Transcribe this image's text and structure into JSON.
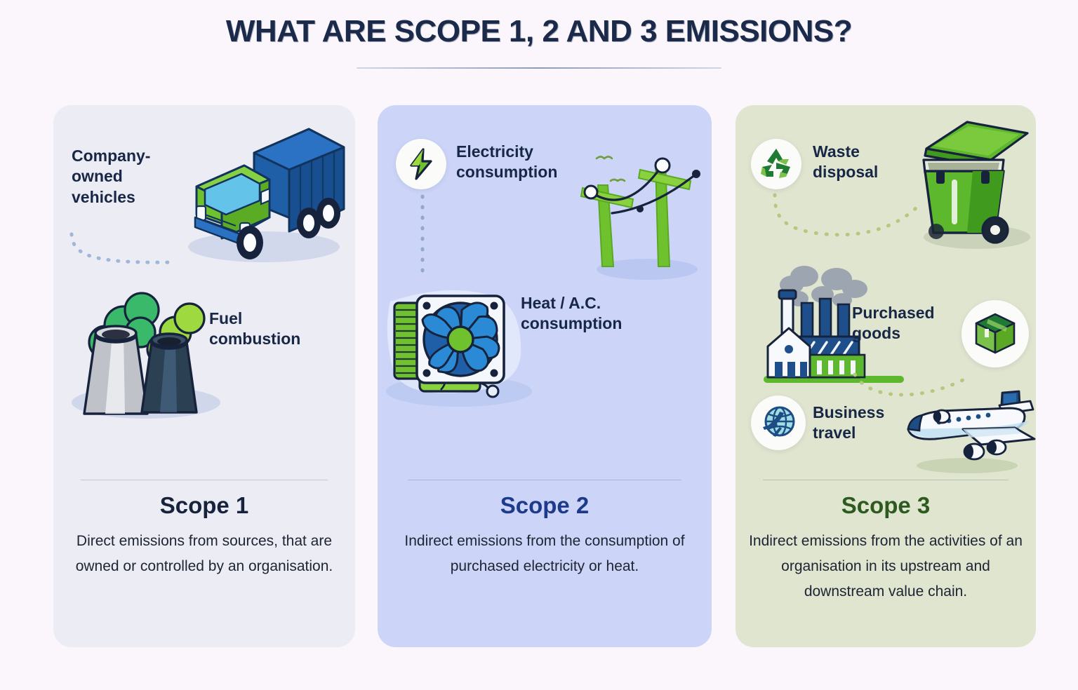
{
  "header": {
    "title": "WHAT ARE SCOPE 1, 2 AND 3 EMISSIONS?"
  },
  "cards": [
    {
      "id": "scope-1",
      "scope_name": "Scope 1",
      "description": "Direct emissions from sources, that are owned or controlled by an organisation.",
      "background": "#ececf4",
      "name_color": "#17233c",
      "labels": [
        {
          "text": "Company-owned vehicles",
          "name": "company-owned-vehicles"
        },
        {
          "text": "Fuel combustion",
          "name": "fuel-combustion"
        }
      ],
      "illustrations": [
        "delivery-truck",
        "smokestacks"
      ]
    },
    {
      "id": "scope-2",
      "scope_name": "Scope 2",
      "description": "Indirect emissions from the consumption of purchased electricity or heat.",
      "background": "#ccd5f7",
      "name_color": "#1e3a8a",
      "labels": [
        {
          "text": "Electricity consumption",
          "name": "electricity-consumption"
        },
        {
          "text": "Heat / A.C. consumption",
          "name": "heat-ac-consumption"
        }
      ],
      "icons": [
        "lightning-bolt-icon"
      ],
      "illustrations": [
        "power-lines",
        "cooling-fan"
      ]
    },
    {
      "id": "scope-3",
      "scope_name": "Scope 3",
      "description": "Indirect emissions from the activities of an organisation in its upstream and downstream value chain.",
      "background": "#dfe5cf",
      "name_color": "#2d5a1f",
      "labels": [
        {
          "text": "Waste disposal",
          "name": "waste-disposal"
        },
        {
          "text": "Purchased goods",
          "name": "purchased-goods"
        },
        {
          "text": "Business travel",
          "name": "business-travel"
        }
      ],
      "icons": [
        "recycle-icon",
        "package-box-icon",
        "globe-plane-icon"
      ],
      "illustrations": [
        "wheelie-bin",
        "factory",
        "airplane"
      ]
    }
  ],
  "colors": {
    "page_background": "#faf6fb",
    "title": "#1b2a4a",
    "navy": "#16365e",
    "green": "#63bb3b",
    "dark_green": "#2d5a1f"
  }
}
